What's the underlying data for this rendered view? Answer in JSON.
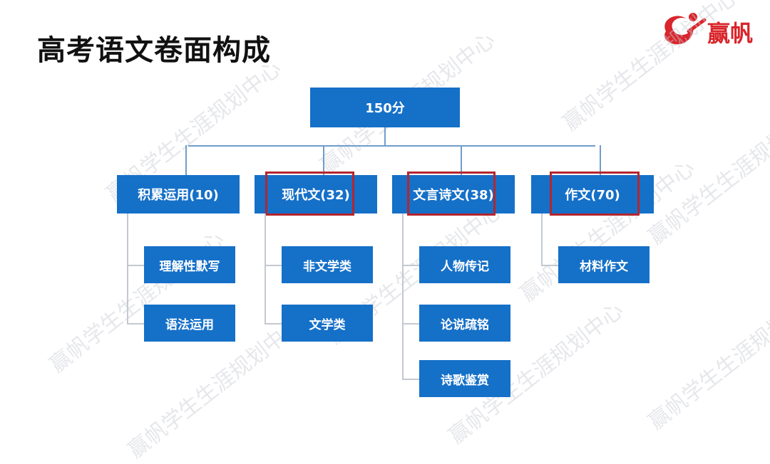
{
  "title": "高考语文卷面构成",
  "brand": {
    "name": "赢帆",
    "icon": "brand-swirl-icon",
    "color": "#d9252b",
    "watermark_text": "赢帆学生生涯规划中心"
  },
  "colors": {
    "box": "#1570c8",
    "highlight": "#b3262e",
    "connector": "#c4c8d0",
    "root_connector": "#6f9dcc"
  },
  "root": {
    "label": "150分"
  },
  "branches": [
    {
      "key": "jilei",
      "label": "积累运用(10)",
      "highlighted": false,
      "children": [
        "理解性默写",
        "语法运用"
      ]
    },
    {
      "key": "xiandaiwen",
      "label": "现代文(32)",
      "highlighted": true,
      "children": [
        "非文学类",
        "文学类"
      ]
    },
    {
      "key": "wenyanshiwen",
      "label": "文言诗文(38)",
      "highlighted": true,
      "children": [
        "人物传记",
        "论说疏铭",
        "诗歌鉴赏"
      ]
    },
    {
      "key": "zuowen",
      "label": "作文(70)",
      "highlighted": true,
      "children": [
        "材料作文"
      ]
    }
  ]
}
